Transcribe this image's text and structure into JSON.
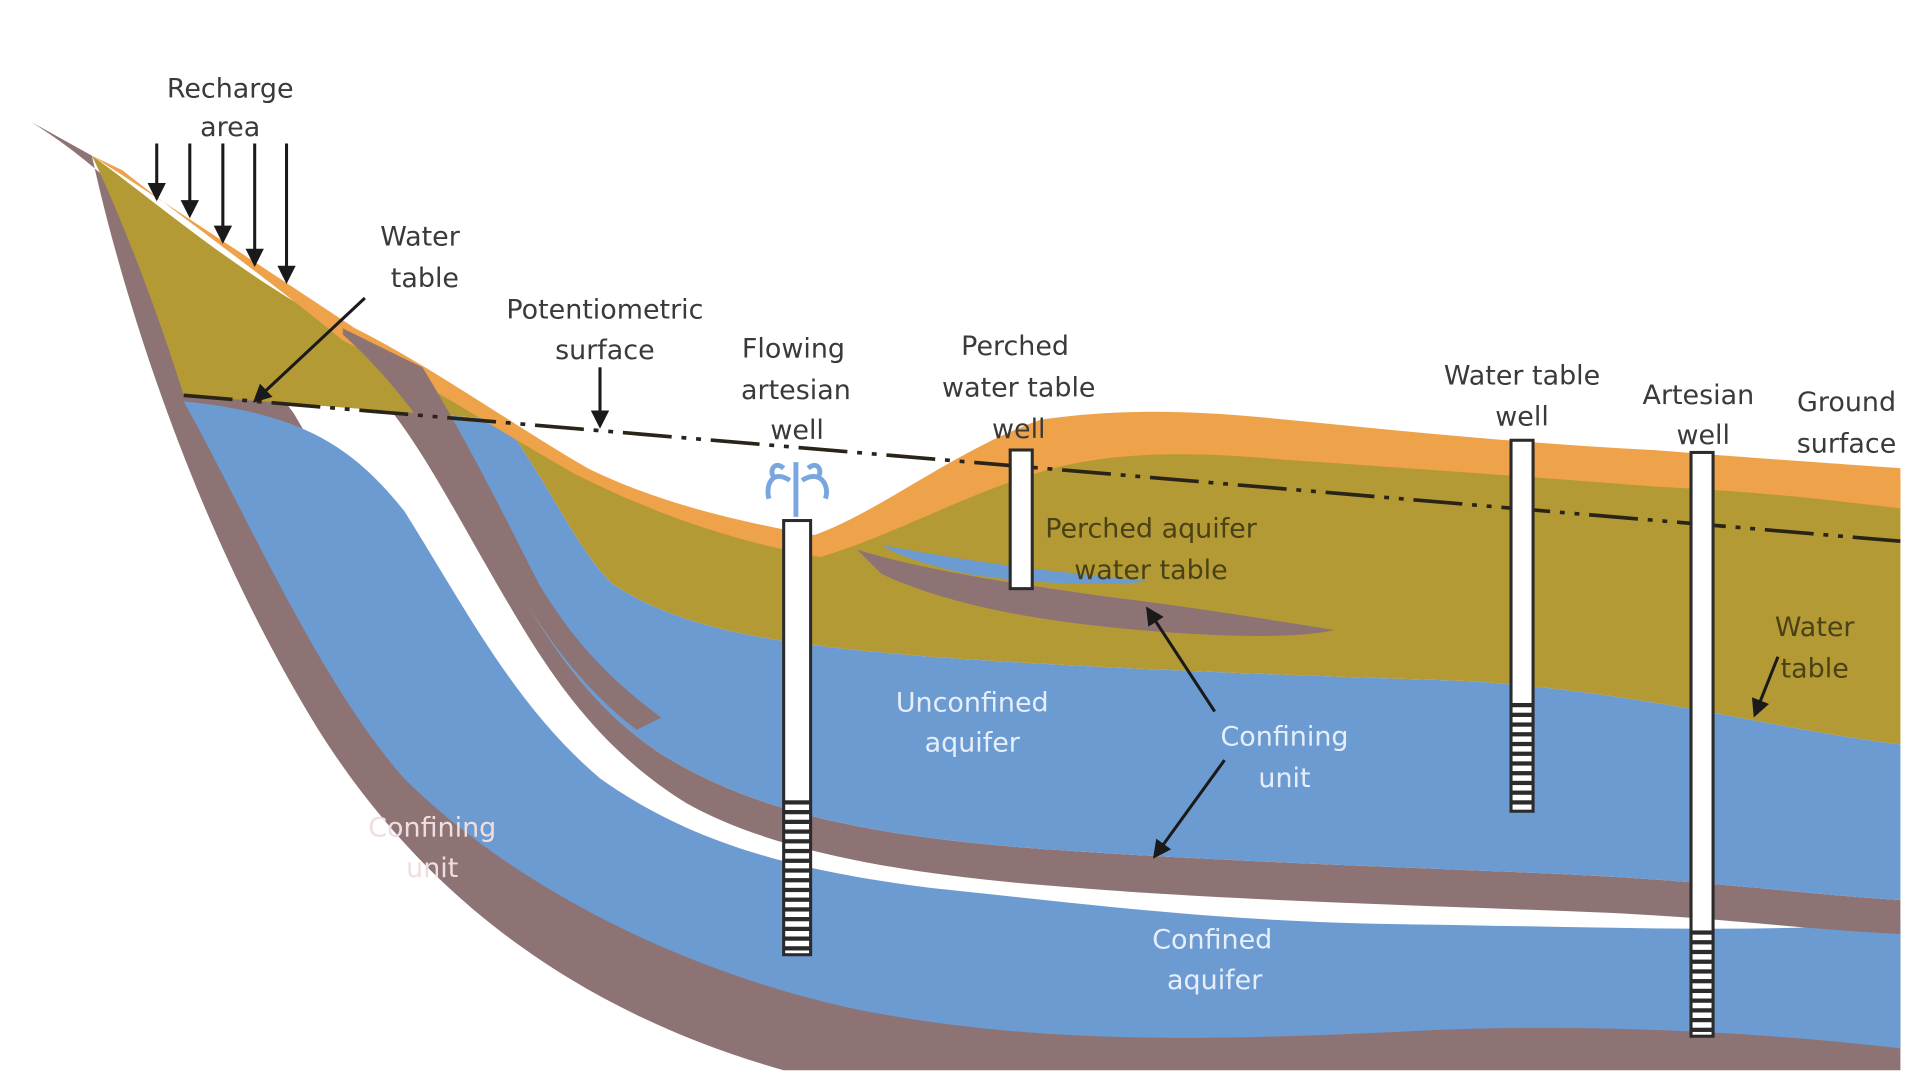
{
  "diagram": {
    "title": "Aquifer cross-section",
    "colors": {
      "background": "#ffffff",
      "soil_orange": "#eea24a",
      "soil_olive": "#b49a34",
      "confining_brown": "#8e7374",
      "aquifer_blue": "#6c9bd2",
      "well_white": "#ffffff",
      "well_outline": "#2b2b2b",
      "text_dark": "#3a3a3a",
      "text_light": "#e6eefb",
      "arrow": "#1a1a1a",
      "potentiometric_line": "#2a2418",
      "fountain_blue": "#7aa6e0"
    },
    "labels": {
      "recharge_area": [
        "Recharge",
        "area"
      ],
      "water_table_left": [
        "Water",
        "table"
      ],
      "potentiometric_surface": [
        "Potentiometric",
        "surface"
      ],
      "flowing_artesian_well": [
        "Flowing",
        "artesian",
        "well"
      ],
      "perched_water_table_well": [
        "Perched",
        "water table",
        "well"
      ],
      "water_table_well": [
        "Water table",
        "well"
      ],
      "artesian_well": [
        "Artesian",
        "well"
      ],
      "ground_surface": [
        "Ground",
        "surface"
      ],
      "perched_aquifer_water_table": [
        "Perched aquifer",
        "water table"
      ],
      "water_table_right": [
        "Water",
        "table"
      ],
      "unconfined_aquifer": [
        "Unconfined",
        "aquifer"
      ],
      "confining_unit_middle": [
        "Confining",
        "unit"
      ],
      "confining_unit_left": [
        "Confining",
        "unit"
      ],
      "confined_aquifer": [
        "Confined",
        "aquifer"
      ]
    },
    "wells": [
      {
        "name": "Flowing artesian well",
        "screened": true,
        "flowing": true
      },
      {
        "name": "Perched water table well",
        "screened": false,
        "flowing": false
      },
      {
        "name": "Water table well",
        "screened": true,
        "flowing": false
      },
      {
        "name": "Artesian well",
        "screened": true,
        "flowing": false
      }
    ],
    "recharge_arrow_count": 5
  }
}
